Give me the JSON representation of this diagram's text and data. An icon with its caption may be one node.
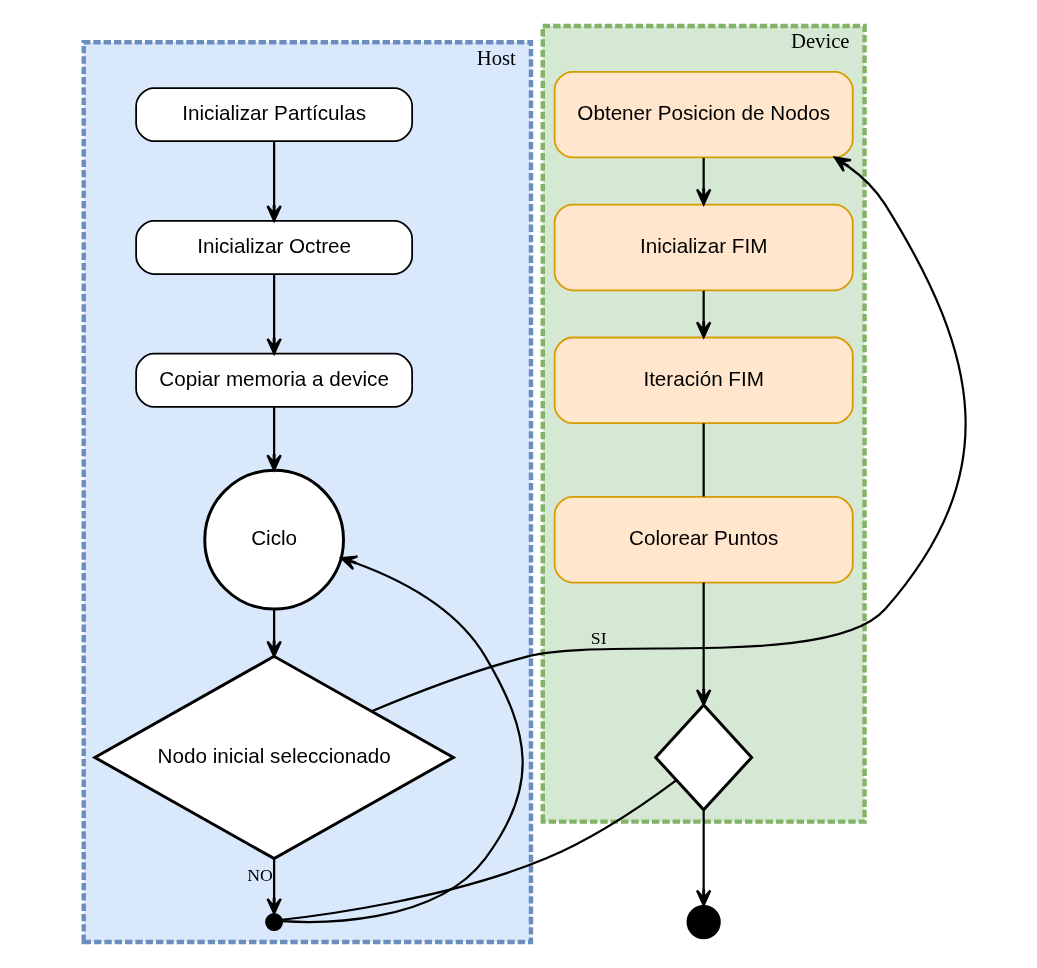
{
  "diagram": {
    "nodes": [
      {
        "text": [
          "Host"
        ]
      },
      {
        "text": [
          "Device"
        ]
      },
      {
        "text": [
          "Inicializar Partículas"
        ],
        "in": 0
      },
      {
        "text": [
          "Inicializar Octree"
        ],
        "in": 0
      },
      {
        "text": [
          "Copiar memoria a device"
        ],
        "in": 0
      },
      {
        "text": [
          "Ciclo"
        ],
        "in": 0
      },
      {
        "text": [
          "Nodo inicial seleccionado"
        ],
        "in": 0
      },
      {
        "text": [],
        "shape": "circle",
        "in": 0
      },
      {
        "text": [
          "Obtener Posicion de Nodos"
        ],
        "in": 1
      },
      {
        "text": [
          "Inicializar FIM"
        ],
        "in": 1
      },
      {
        "text": [
          "Iteración FIM"
        ],
        "in": 1
      },
      {
        "text": [
          "Colorear Puntos"
        ],
        "in": 1
      },
      {
        "text": [],
        "shape": "diamond",
        "in": 1
      },
      {
        "text": [],
        "shape": "circle"
      }
    ],
    "edges": [
      {
        "from": 2,
        "to": 3,
        "arrow": "to"
      },
      {
        "from": 3,
        "to": 4,
        "arrow": "to"
      },
      {
        "from": 4,
        "to": 5,
        "arrow": "to"
      },
      {
        "from": 5,
        "to": 6,
        "arrow": "to"
      },
      {
        "from": 6,
        "to": 8,
        "arrow": "to",
        "label": "SI"
      },
      {
        "from": 6,
        "to": 7,
        "arrow": "to",
        "label": "NO"
      },
      {
        "from": 7,
        "to": 5,
        "arrow": "to"
      },
      {
        "from": 8,
        "to": 9,
        "arrow": "to"
      },
      {
        "from": 9,
        "to": 10,
        "arrow": "to"
      },
      {
        "from": 10,
        "to": 11,
        "arrow": "none"
      },
      {
        "from": 11,
        "to": 12,
        "arrow": "to"
      },
      {
        "from": 12,
        "to": 7,
        "arrow": "none"
      },
      {
        "from": 12,
        "to": 13,
        "arrow": "to"
      }
    ]
  }
}
